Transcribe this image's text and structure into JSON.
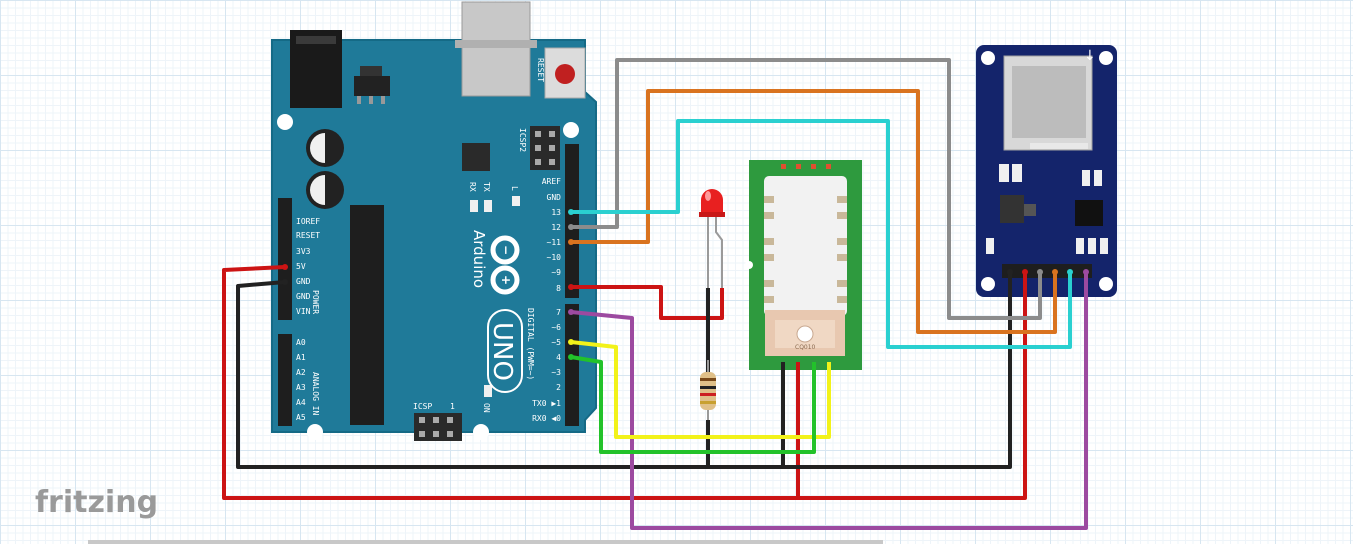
{
  "app": {
    "logo_text": "fritzing"
  },
  "arduino": {
    "brand": "Arduino",
    "model": "UNO",
    "reset_label": "RESET",
    "icsp2_label": "ICSP2",
    "icsp_label": "ICSP",
    "icsp_pin1": "1",
    "tx_label": "TX",
    "rx_label": "RX",
    "l_label": "L",
    "on_label": "ON",
    "power_label": "POWER",
    "analog_label": "ANALOG IN",
    "digital_label": "DIGITAL (PWM=~)",
    "power_pins": [
      "IOREF",
      "RESET",
      "3V3",
      "5V",
      "GND",
      "GND",
      "VIN"
    ],
    "analog_pins": [
      "A0",
      "A1",
      "A2",
      "A3",
      "A4",
      "A5"
    ],
    "digital_top_pins": [
      "AREF",
      "GND",
      "13",
      "12",
      "~11",
      "~10",
      "~9",
      "8"
    ],
    "digital_bottom_pins": [
      "7",
      "~6",
      "~5",
      "4",
      "~3",
      "2",
      "TX0 ▶1",
      "RX0 ◀0"
    ]
  },
  "gps_module": {
    "antenna_text": "CQ010"
  },
  "colors": {
    "board": "#1f7a99",
    "board_edge": "#156a86",
    "sd_board": "#14246b",
    "wire_red": "#cc1414",
    "wire_black": "#222222",
    "wire_gray": "#8c8c8c",
    "wire_orange": "#d9731f",
    "wire_cyan": "#2ad0d0",
    "wire_yellow": "#f2f21a",
    "wire_green": "#22c22a",
    "wire_purple": "#9c4aa0"
  }
}
